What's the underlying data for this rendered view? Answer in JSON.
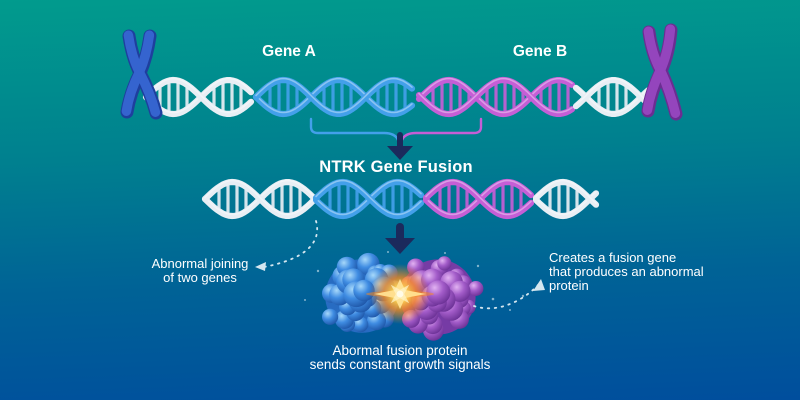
{
  "labels": {
    "gene_a": "Gene A",
    "gene_b": "Gene B",
    "fusion_title": "NTRK Gene Fusion",
    "note_left": "Abnormal joining\nof two genes",
    "note_right": "Creates a fusion gene\nthat produces an abnormal\nprotein",
    "note_bottom": "Abormal fusion protein\nsends constant growth signals"
  },
  "icons": {
    "down_arrow": "▼",
    "converge_arrow": "merge-down-arrow",
    "dashed_pointer": "dashed-curved-arrow"
  },
  "colors": {
    "bg_top": "#019b8d",
    "bg_mid1": "#00808f",
    "bg_mid2": "#006396",
    "bg_bottom": "#004e9d",
    "dna_silver": "#e8eef4",
    "dna_blue": "#43a0ea",
    "dna_magenta": "#c55ed6",
    "chromosome_blue": "#3564cf",
    "chromosome_blue_dark": "#1e3f9e",
    "chromosome_purple": "#9445bd",
    "chromosome_purple_dark": "#6b2d92",
    "arrow_navy": "#1b2a5c",
    "protein_blue_base": "#2a6cc4",
    "protein_purple_base": "#7b3aa6",
    "spark_core": "#fff3c4",
    "spark_mid": "#ffd34d",
    "spark_outer": "#ff8c1a",
    "dash_line": "#d5e7f0",
    "text": "#ffffff"
  }
}
